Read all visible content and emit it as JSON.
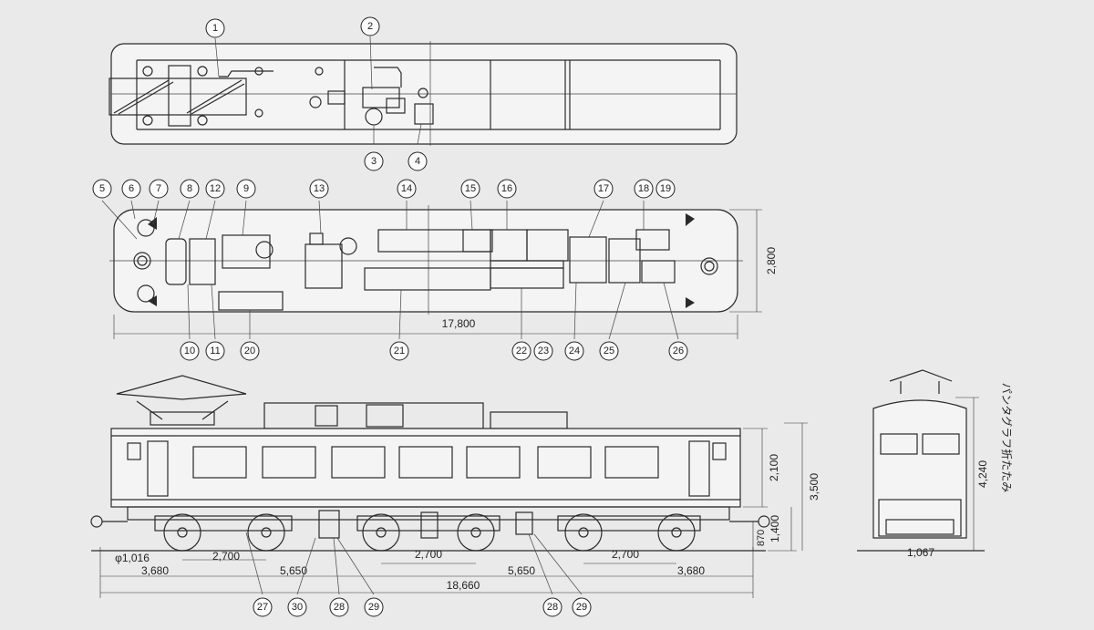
{
  "callouts": [
    {
      "id": "c1",
      "label": "1"
    },
    {
      "id": "c2",
      "label": "2"
    },
    {
      "id": "c3",
      "label": "3"
    },
    {
      "id": "c4",
      "label": "4"
    },
    {
      "id": "c5",
      "label": "5"
    },
    {
      "id": "c6",
      "label": "6"
    },
    {
      "id": "c7",
      "label": "7"
    },
    {
      "id": "c8",
      "label": "8"
    },
    {
      "id": "c12",
      "label": "12"
    },
    {
      "id": "c9",
      "label": "9"
    },
    {
      "id": "c13",
      "label": "13"
    },
    {
      "id": "c14",
      "label": "14"
    },
    {
      "id": "c15",
      "label": "15"
    },
    {
      "id": "c16",
      "label": "16"
    },
    {
      "id": "c17",
      "label": "17"
    },
    {
      "id": "c18",
      "label": "18"
    },
    {
      "id": "c19",
      "label": "19"
    },
    {
      "id": "c10",
      "label": "10"
    },
    {
      "id": "c11",
      "label": "11"
    },
    {
      "id": "c20",
      "label": "20"
    },
    {
      "id": "c21",
      "label": "21"
    },
    {
      "id": "c22",
      "label": "22"
    },
    {
      "id": "c23",
      "label": "23"
    },
    {
      "id": "c24",
      "label": "24"
    },
    {
      "id": "c25",
      "label": "25"
    },
    {
      "id": "c26",
      "label": "26"
    },
    {
      "id": "c27",
      "label": "27"
    },
    {
      "id": "c30",
      "label": "30"
    },
    {
      "id": "c28a",
      "label": "28"
    },
    {
      "id": "c29a",
      "label": "29"
    },
    {
      "id": "c28b",
      "label": "28"
    },
    {
      "id": "c29b",
      "label": "29"
    }
  ],
  "dimensions": {
    "plan_length": "17,800",
    "plan_width": "2,800",
    "body_height": "2,100",
    "overall_height": "3,500",
    "floor_height": "1,400",
    "coupler_height": "870",
    "wheel_dia": "φ1,016",
    "wb_left": "2,700",
    "wb_mid": "2,700",
    "wb_right": "2,700",
    "end_left": "3,680",
    "end_right": "3,680",
    "bogie_left": "5,650",
    "bogie_right": "5,650",
    "overall_length": "18,660",
    "gauge": "1,067",
    "end_height": "4,240",
    "end_note": "パンタグラフ折たたみ"
  }
}
